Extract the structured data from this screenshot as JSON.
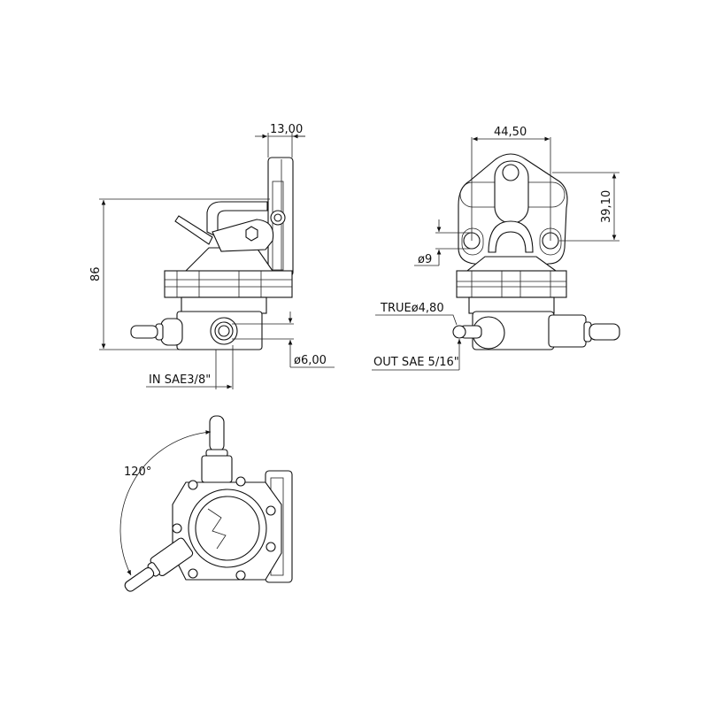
{
  "side_view": {
    "height_dim": "86",
    "bracket_dim": "13,00",
    "inlet_hole_dim": "ø6,00",
    "inlet_label": "IN SAE3/8\""
  },
  "front_view": {
    "hole_spacing_dim": "44,50",
    "height_dim": "39,10",
    "hole_dia_dim": "ø9",
    "outlet_dia_label": "TRUEø4,80",
    "outlet_label": "OUT SAE 5/16\""
  },
  "top_view": {
    "angle_dim": "120°"
  }
}
